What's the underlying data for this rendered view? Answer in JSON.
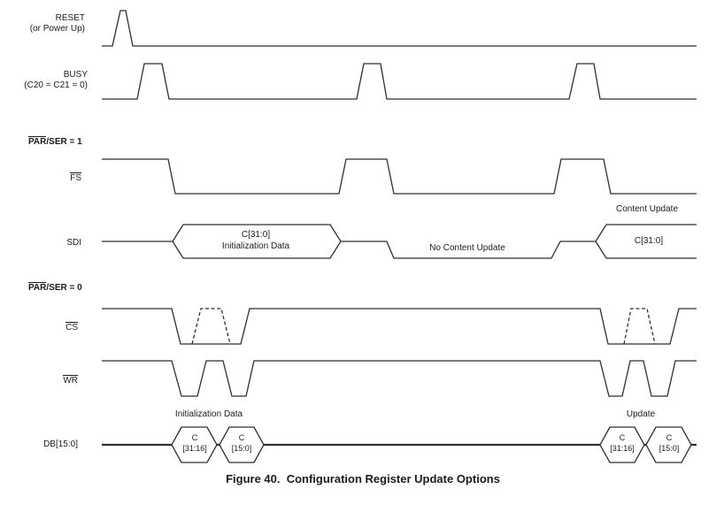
{
  "figure": {
    "caption": "Figure 40.  Configuration Register Update Options"
  },
  "signals": {
    "reset": {
      "label": "RESET",
      "sublabel": "(or Power Up)"
    },
    "busy": {
      "label": "BUSY",
      "sublabel": "(C20 = C21 = 0)"
    },
    "fs": {
      "label": "FS"
    },
    "sdi": {
      "label": "SDI"
    },
    "cs": {
      "label": "CS"
    },
    "wr": {
      "label": "WR"
    },
    "db": {
      "label": "DB[15:0]"
    }
  },
  "sections": {
    "serial": {
      "overlined": "PAR",
      "rest": "/SER = 1"
    },
    "parallel": {
      "overlined": "PAR",
      "rest": "/SER = 0"
    }
  },
  "annotations": {
    "sdi_init_line1": "C[31:0]",
    "sdi_init_line2": "Initialization Data",
    "no_content_update": "No Content Update",
    "content_update": "Content Update",
    "sdi_update_bus": "C[31:0]",
    "db_init_label": "Initialization Data",
    "db_update_label": "Update",
    "db_hex": [
      {
        "line1": "C",
        "line2": "[31:16]"
      },
      {
        "line1": "C",
        "line2": "[15:0]"
      },
      {
        "line1": "C",
        "line2": "[31:16]"
      },
      {
        "line1": "C",
        "line2": "[15:0]"
      }
    ]
  },
  "colors": {
    "background": "#ffffff",
    "line": "#2f2f2f",
    "text": "#1b1b1b"
  }
}
